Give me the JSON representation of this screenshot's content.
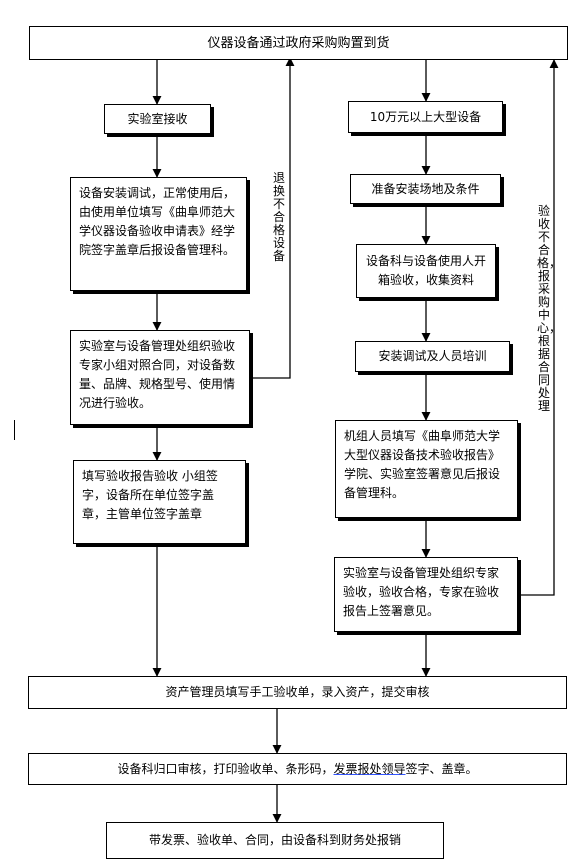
{
  "top": "仪器设备通过政府采购购置到货",
  "left": {
    "receive": "实验室接收",
    "install": "设备安装调试，正常使用后，由使用单位填写《曲阜师范大学仪器设备验收申请表》经学院签字盖章后报设备管理科。",
    "check": "实验室与设备管理处组织验收专家小组对照合同，对设备数量、品牌、规格型号、使用情况进行验收。",
    "report": "填写验收报告验收 小组签字，设备所在单位签字盖章，主管单位签字盖章",
    "return_label": "退换不合格设备"
  },
  "right": {
    "large": "10万元以上大型设备",
    "prepare": "准备安装场地及条件",
    "unpack": "设备科与设备使用人开箱验收，收集资料",
    "train": "安装调试及人员培训",
    "tech_report": "机组人员填写《曲阜师范大学大型仪器设备技术验收报告》 学院、实验室签署意见后报设备管理科。",
    "expert": "实验室与设备管理处组织专家验收，验收合格，专家在验收报告上签署意见。",
    "fail_label": "验收不合格，报采购中心，根据合同处理"
  },
  "asset": "资产管理员填写手工验收单，录入资产，提交审核",
  "dept": {
    "before": "设备科归口审核，打印验收单、条形码，",
    "underlined": "发票报处领导",
    "after": "签字、盖章。"
  },
  "finance": "带发票、验收单、合同，由设备科到财务处报销"
}
